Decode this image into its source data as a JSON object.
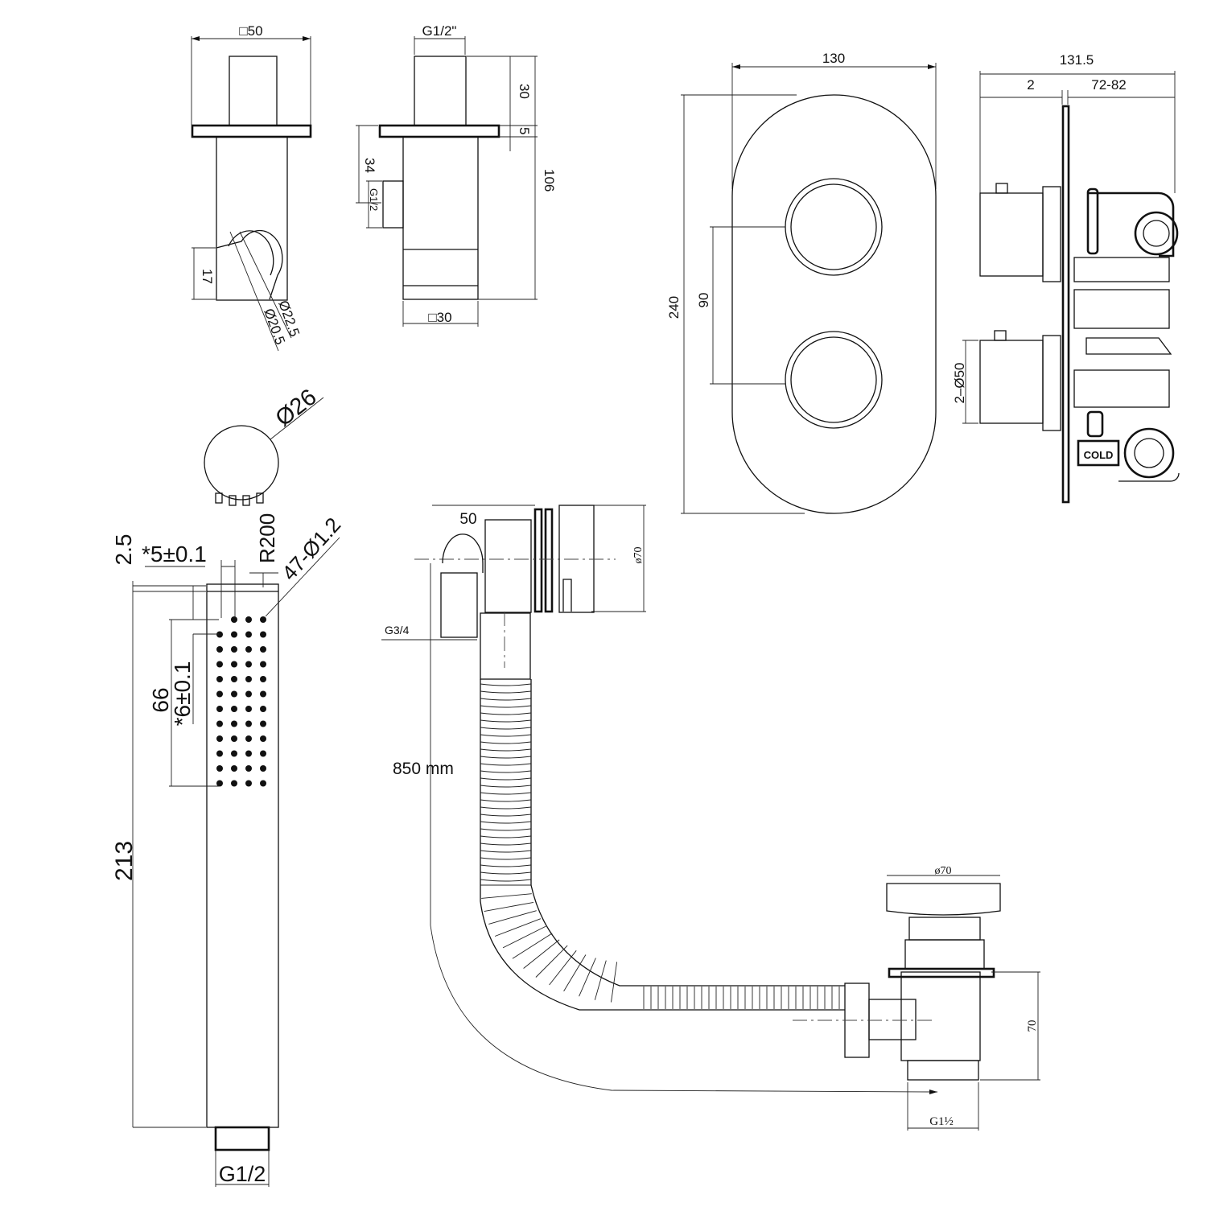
{
  "bracket_front": {
    "width": "□50",
    "height": "17",
    "dia_inner": "Ø20.5",
    "dia_outer": "Ø22.5"
  },
  "bracket_side": {
    "thread_top": "G1/2\"",
    "dim_30": "30",
    "dim_5": "5",
    "dim_106": "106",
    "dim_34": "34",
    "thread_side": "G1/2",
    "base": "□30"
  },
  "valve_front": {
    "width": "130",
    "height": "240",
    "spacing": "90"
  },
  "valve_side": {
    "total": "131.5",
    "plate": "2",
    "depth": "72-82",
    "knob_dia": "2–Ø50",
    "cold_label": "COLD"
  },
  "hand_shower_top": {
    "dia": "Ø26"
  },
  "hand_shower": {
    "dim_2_5": "2.5",
    "dim_5": "*5±0.1",
    "radius": "R200",
    "holes": "47-Ø1.2",
    "dim_66": "66",
    "dim_6": "*6±0.1",
    "length": "213",
    "thread": "G1/2"
  },
  "bath_waste": {
    "dim_50": "50",
    "overflow_dia": "ø70",
    "inlet": "G3/4",
    "hose_length": "850 mm",
    "plug_dia": "ø70",
    "height": "70",
    "outlet": "G1½"
  }
}
